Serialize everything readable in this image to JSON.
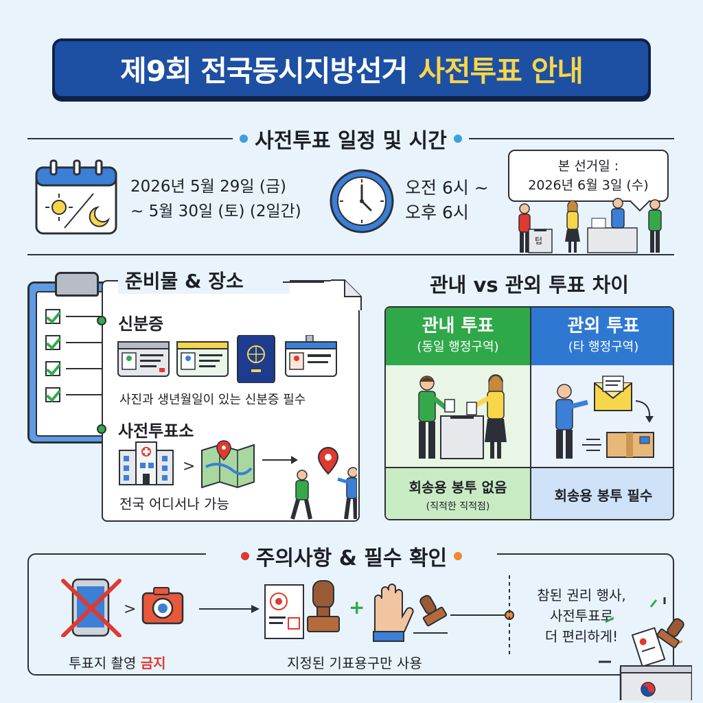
{
  "title": {
    "main": "제9회 전국동시지방선거",
    "highlight": "사전투표 안내"
  },
  "schedule": {
    "heading": "사전투표 일정 및 시간",
    "date_line1": "2026년 5월 29일 (금)",
    "date_line2": "~ 5월 30일 (토) (2일간)",
    "time_line1": "오전 6시 ~",
    "time_line2": "오후 6시",
    "election_day_label": "본 선거일 :",
    "election_day_date": "2026년 6월 3일 (수)",
    "ballot_box_mark": "텁"
  },
  "prep": {
    "heading": "준비물 & 장소",
    "id_title": "신분증",
    "id_note": "사진과 생년월일이 있는 신분증 필수",
    "place_title": "사전투표소",
    "place_note": "전국 어디서나 가능"
  },
  "compare": {
    "heading": "관내 vs 관외 투표 차이",
    "in": {
      "title": "관내 투표",
      "subtitle": "(동일 행정구역)",
      "note": "회송용 봉투 없음",
      "subnote": "(직적한 직적점)",
      "color": "#2fa84a"
    },
    "out": {
      "title": "관외 투표",
      "subtitle": "(타 행정구역)",
      "note": "회송용 봉투 필수",
      "color": "#2f78d2"
    }
  },
  "caution": {
    "heading": "주의사항 & 필수 확인",
    "photo_prefix": "투표지 촬영",
    "photo_forbidden": "금지",
    "tools_note": "지정된 기표용구만 사용",
    "final_line1": "참된 권리 행사,",
    "final_line2": "사전투표로",
    "final_line3": "더 편리하게!"
  },
  "colors": {
    "navy": "#1d4fa3",
    "yellow": "#f8d64a",
    "green": "#2fa84a",
    "blue": "#2f78d2",
    "red": "#e0392f"
  }
}
